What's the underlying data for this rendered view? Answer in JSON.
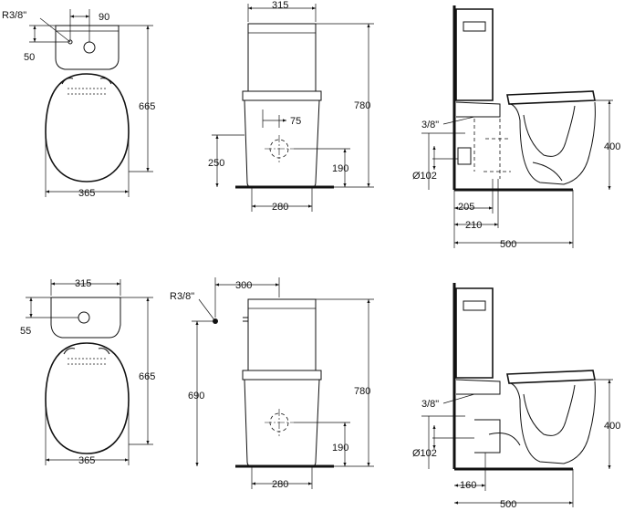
{
  "top_row": {
    "plan_view": {
      "inlet_label": "R3/8\"",
      "inlet_offset": "90",
      "inlet_depth": "50",
      "length": "665",
      "width": "365"
    },
    "front_view": {
      "cistern_width": "315",
      "total_height": "780",
      "inlet_offset": "75",
      "left_height": "250",
      "outlet_height": "190",
      "base_width": "280"
    },
    "side_view": {
      "inlet_label": "3/8\"",
      "outlet_diameter": "Ø102",
      "pan_height": "400",
      "outlet_205": "205",
      "outlet_210": "210",
      "depth": "500"
    }
  },
  "bottom_row": {
    "plan_view": {
      "cistern_width": "315",
      "inlet_depth": "55",
      "length": "665",
      "width": "365"
    },
    "front_view": {
      "inlet_label": "R3/8\"",
      "inlet_offset": "300",
      "inlet_height": "690",
      "total_height": "780",
      "outlet_height": "190",
      "base_width": "280"
    },
    "side_view": {
      "inlet_label": "3/8\"",
      "outlet_diameter": "Ø102",
      "pan_height": "400",
      "outlet_offset": "160",
      "depth": "500"
    }
  }
}
